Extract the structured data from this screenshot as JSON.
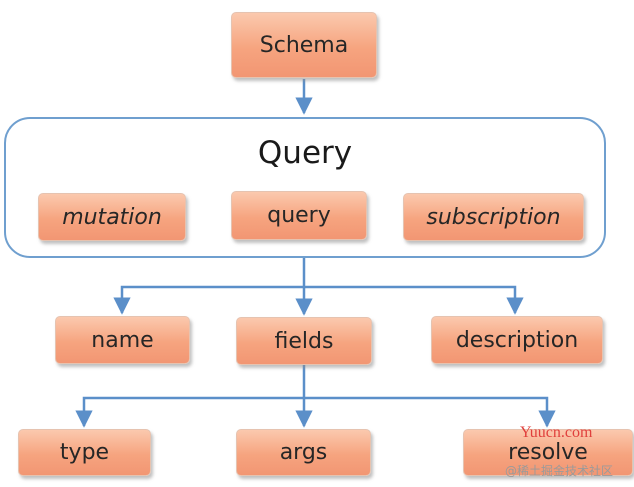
{
  "diagram": {
    "root": "Schema",
    "container": {
      "title": "Query",
      "items": [
        "mutation",
        "query",
        "subscription"
      ]
    },
    "children": [
      "name",
      "fields",
      "description"
    ],
    "grandchildren": [
      "type",
      "args",
      "resolve"
    ]
  },
  "colors": {
    "box_fill": "#f6a47f",
    "connector": "#5b8fc9",
    "container_border": "#6f9fcf"
  },
  "watermark": {
    "site": "Yuucn.com",
    "credit": "@稀土掘金技术社区"
  }
}
